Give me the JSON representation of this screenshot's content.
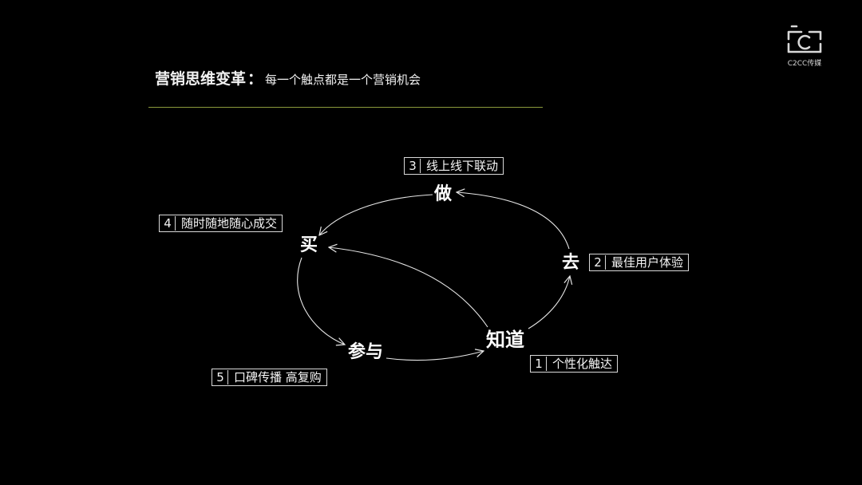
{
  "header": {
    "title": "营销思维变革",
    "colon": "：",
    "subtitle": "每一个触点都是一个营销机会",
    "divider_color": "#8a9a3c"
  },
  "logo": {
    "icon": "camera-c-logo-icon",
    "text": "C2CC传媒"
  },
  "diagram": {
    "nodes": {
      "zhidao": "知道",
      "qu": "去",
      "zuo": "做",
      "mai": "买",
      "canyu": "参与"
    },
    "tags": [
      {
        "num": "1",
        "text": "个性化触达"
      },
      {
        "num": "2",
        "text": "最佳用户体验"
      },
      {
        "num": "3",
        "text": "线上线下联动"
      },
      {
        "num": "4",
        "text": "随时随地随心成交"
      },
      {
        "num": "5",
        "text": "口碑传播 高复购"
      }
    ],
    "edges": [
      {
        "from": "知道",
        "to": "去"
      },
      {
        "from": "去",
        "to": "做"
      },
      {
        "from": "做",
        "to": "买"
      },
      {
        "from": "知道",
        "to": "买"
      },
      {
        "from": "买",
        "to": "参与"
      },
      {
        "from": "参与",
        "to": "知道"
      }
    ],
    "line_color": "#e6e6e6"
  }
}
